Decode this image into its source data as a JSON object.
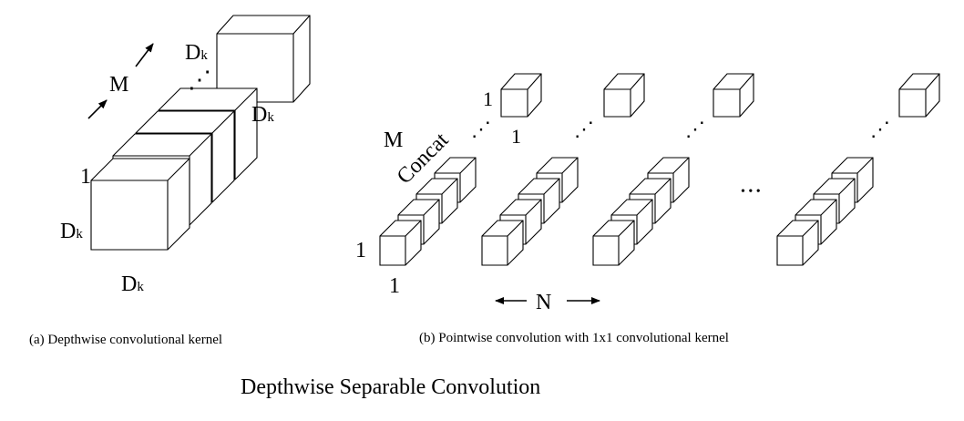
{
  "title": "Depthwise Separable Convolution",
  "colors": {
    "stroke": "#000000",
    "background": "#ffffff"
  },
  "panel_a": {
    "caption": "(a) Depthwise convolutional kernel",
    "depth_label": "M",
    "first_index": "1",
    "dk_base": "D",
    "dk_sub": "k",
    "ellipsis": "⋰"
  },
  "panel_b": {
    "caption": "(b) Pointwise convolution with 1x1 convolutional kernel",
    "depth_label": "M",
    "concat_label": "Concat",
    "one_label": "1",
    "n_label": "N",
    "dots": "• • •",
    "ellipsis": "⋰"
  }
}
